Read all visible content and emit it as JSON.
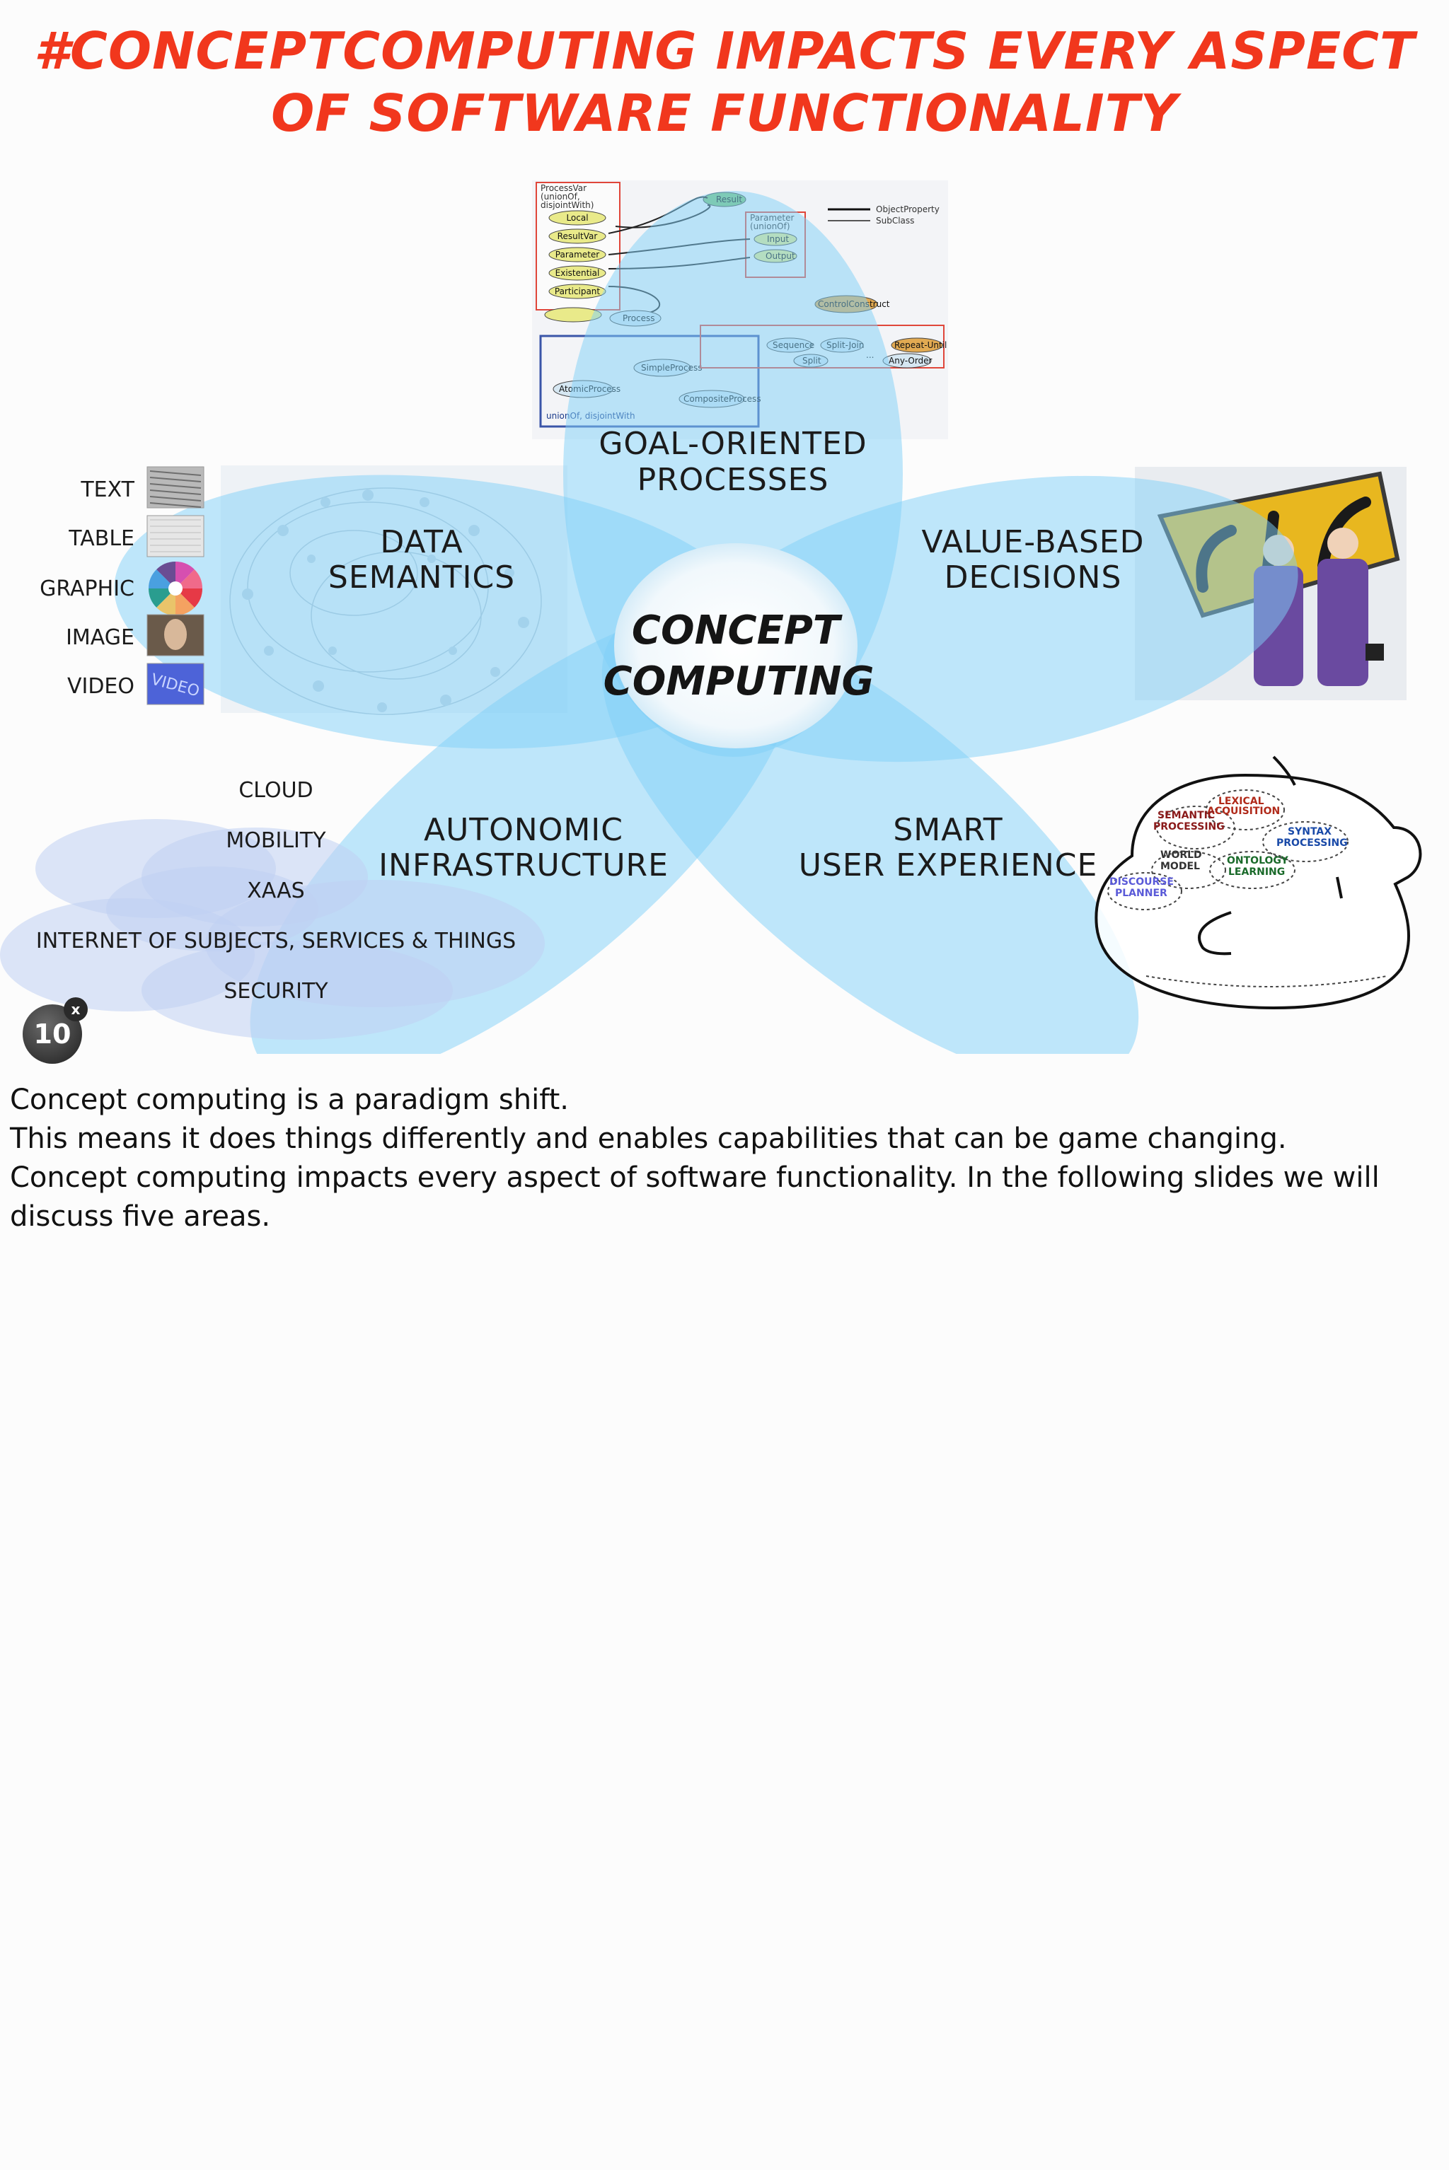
{
  "title": {
    "line1": "#CONCEPTCOMPUTING IMPACTS EVERY ASPECT",
    "line2": "OF SOFTWARE FUNCTIONALITY"
  },
  "diagram": {
    "center": {
      "line1": "CONCEPT",
      "line2": "COMPUTING"
    },
    "petals": {
      "goal": {
        "line1": "GOAL-ORIENTED",
        "line2": "PROCESSES"
      },
      "data": {
        "line1": "DATA",
        "line2": "SEMANTICS"
      },
      "value": {
        "line1": "VALUE-BASED",
        "line2": "DECISIONS"
      },
      "infra": {
        "line1": "AUTONOMIC",
        "line2": "INFRASTRUCTURE"
      },
      "ux": {
        "line1": "SMART",
        "line2": "USER EXPERIENCE"
      }
    },
    "media_types": [
      "TEXT",
      "TABLE",
      "GRAPHIC",
      "IMAGE",
      "VIDEO"
    ],
    "video_thumb_text": "VIDEO",
    "infra_items": [
      "CLOUD",
      "MOBILITY",
      "XAAS",
      "INTERNET OF SUBJECTS, SERVICES & THINGS",
      "SECURITY"
    ],
    "ux_brain": {
      "lexical": "LEXICAL",
      "acquisition": "ACQUISITION",
      "semantic": "SEMANTIC",
      "processing": "PROCESSING",
      "syntax": "SYNTAX",
      "syntax_processing": "PROCESSING",
      "world": "WORLD",
      "model": "MODEL",
      "ontology": "ONTOLOGY",
      "learning": "LEARNING",
      "discourse": "DISCOURSE",
      "planner": "PLANNER"
    },
    "process_diagram": {
      "box1_title": "ProcessVar",
      "box1_sub1": "(unionOf,",
      "box1_sub2": "disjointWith)",
      "nodes": [
        "Local",
        "ResultVar",
        "Parameter",
        "Existential",
        "Participant"
      ],
      "result": "Result",
      "param_box_title": "Parameter",
      "param_box_sub": "(unionOf)",
      "input": "Input",
      "output": "Output",
      "legend1": "ObjectProperty",
      "legend2": "SubClass",
      "process": "Process",
      "atomic": "AtomicProcess",
      "simple": "SimpleProcess",
      "composite": "CompositeProcess",
      "union_label": "unionOf, disjointWith",
      "control": "ControlConstruct",
      "sequence": "Sequence",
      "split_join": "Split-Join",
      "split": "Split",
      "any_order": "Any-Order",
      "repeat_until": "Repeat-Until",
      "ellipsis": "..."
    }
  },
  "badge": {
    "number": "10",
    "close": "x"
  },
  "description": {
    "line1": "Concept computing is a paradigm shift.",
    "line2": "This means it does things differently and enables capabilities that can be game changing.",
    "line3": "Concept computing impacts every aspect of software functionality. In the following slides we will discuss five areas."
  },
  "colors": {
    "title": "#f1371d",
    "petal": "#7fd0f7",
    "center": "#eef7fc",
    "infra_bubbles": "#bfd0f2"
  }
}
